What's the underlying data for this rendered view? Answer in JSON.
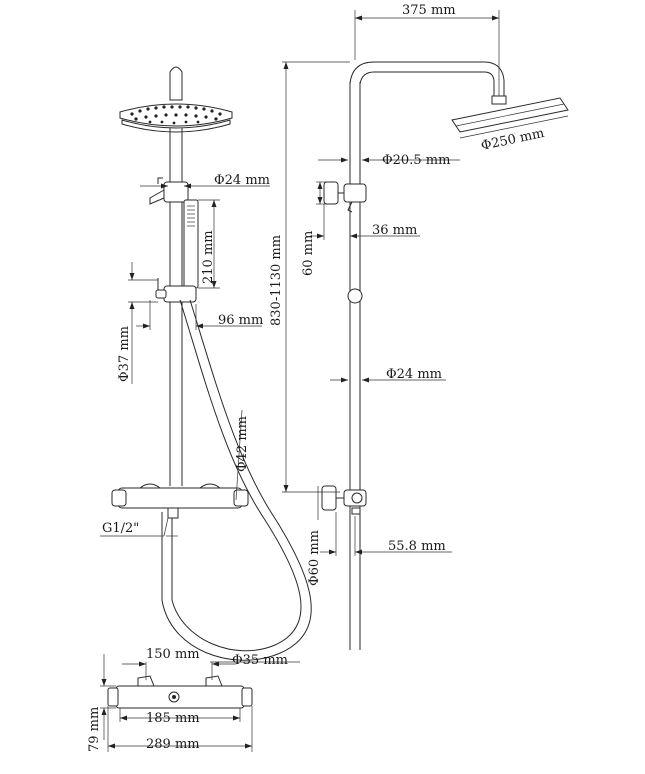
{
  "dimensions": {
    "arm_reach": "375 mm",
    "head_diameter": "Φ250 mm",
    "upper_pipe_diameter": "Φ20.5 mm",
    "holder_depth": "36 mm",
    "holder_height": "60 mm",
    "height_range": "830-1130 mm",
    "main_pipe_diameter": "Φ24 mm",
    "outlet_offset": "55.8 mm",
    "outlet_knob_diameter": "Φ60 mm",
    "front_pipe_diameter": "Φ24 mm",
    "handshower_length": "210 mm",
    "slider_width": "96 mm",
    "slider_diameter": "Φ37 mm",
    "handshower_diameter": "Φ42 mm",
    "inlet_thread": "G1/2\"",
    "valve_centers": "150 mm",
    "hose_diameter": "Φ35 mm",
    "inner_width": "185 mm",
    "valve_width": "289 mm",
    "valve_height": "79 mm"
  }
}
